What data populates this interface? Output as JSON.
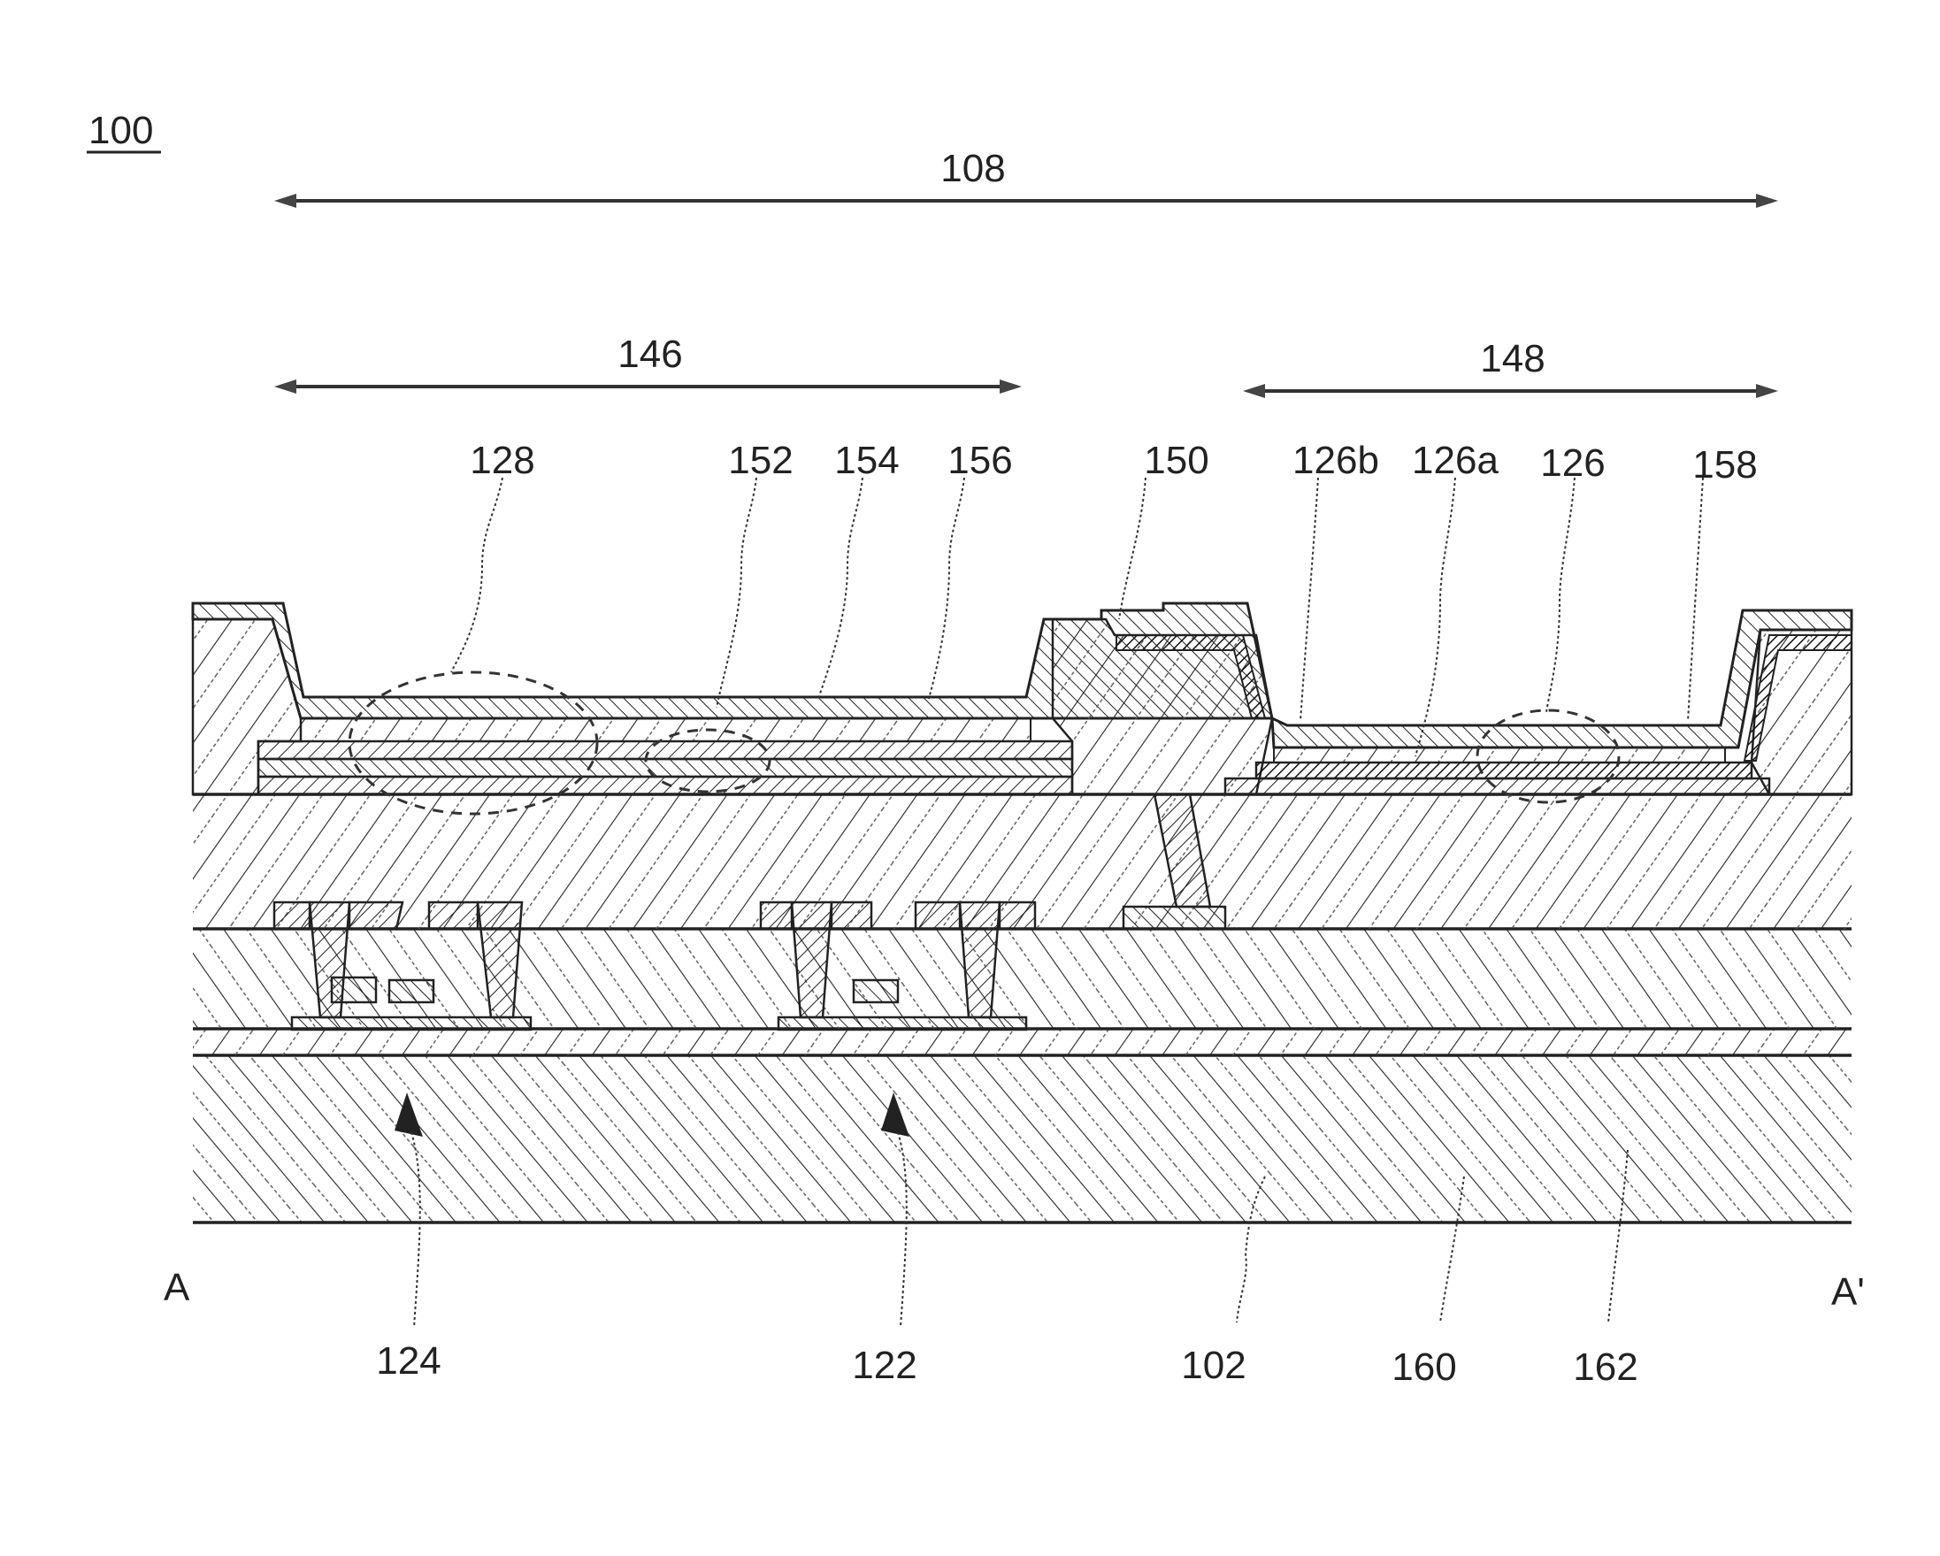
{
  "figure": {
    "reference": "100",
    "section_start": "A",
    "section_end": "A'",
    "colors": {
      "ink": "#222222",
      "paper": "#ffffff"
    }
  },
  "spans": [
    {
      "id": "span-108",
      "label": "108"
    },
    {
      "id": "span-146",
      "label": "146"
    },
    {
      "id": "span-148",
      "label": "148"
    }
  ],
  "top_labels": [
    {
      "id": "label-128",
      "text": "128"
    },
    {
      "id": "label-152",
      "text": "152"
    },
    {
      "id": "label-154",
      "text": "154"
    },
    {
      "id": "label-156",
      "text": "156"
    },
    {
      "id": "label-150",
      "text": "150"
    },
    {
      "id": "label-126b",
      "text": "126b"
    },
    {
      "id": "label-126a",
      "text": "126a"
    },
    {
      "id": "label-126",
      "text": "126"
    },
    {
      "id": "label-158",
      "text": "158"
    }
  ],
  "bottom_labels": [
    {
      "id": "label-124",
      "text": "124"
    },
    {
      "id": "label-122",
      "text": "122"
    },
    {
      "id": "label-102",
      "text": "102"
    },
    {
      "id": "label-160",
      "text": "160"
    },
    {
      "id": "label-162",
      "text": "162"
    }
  ]
}
